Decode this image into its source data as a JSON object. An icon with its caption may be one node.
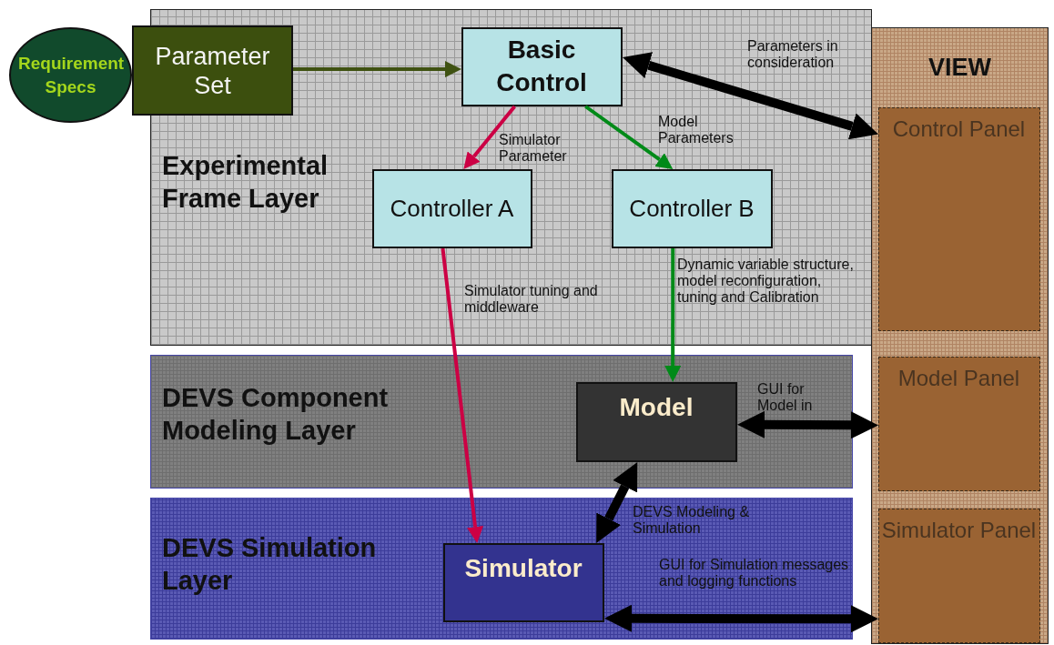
{
  "diagram": {
    "nodes": [
      {
        "text": [
          "Experimental Frame Layer"
        ]
      },
      {
        "text": [
          "DEVS Component Modeling Layer"
        ]
      },
      {
        "text": [
          "DEVS Simulation Layer"
        ]
      },
      {
        "text": [
          "VIEW"
        ]
      },
      {
        "text": [
          "Control Panel"
        ],
        "in": 3
      },
      {
        "text": [
          "Model Panel"
        ],
        "in": 3
      },
      {
        "text": [
          "Simulator Panel"
        ],
        "in": 3
      },
      {
        "text": [
          "Requirement Specs"
        ]
      },
      {
        "text": [
          "Parameter Set"
        ]
      },
      {
        "text": [
          "Basic Control"
        ],
        "in": 0
      },
      {
        "text": [
          "Controller A"
        ],
        "in": 0
      },
      {
        "text": [
          "Controller B"
        ],
        "in": 0
      },
      {
        "text": [
          "Model"
        ],
        "in": 1
      },
      {
        "text": [
          "Simulator"
        ],
        "in": 2
      }
    ],
    "edges": [
      {
        "from": 8,
        "to": 9,
        "arrow": "to",
        "color": "#3f5212"
      },
      {
        "from": 9,
        "to": 4,
        "arrow": "both",
        "label": "Parameters in consideration",
        "style": "thick"
      },
      {
        "from": 9,
        "to": 10,
        "arrow": "to",
        "label": "Simulator Parameter",
        "color": "#cc0044"
      },
      {
        "from": 9,
        "to": 11,
        "arrow": "to",
        "label": "Model Parameters",
        "color": "#008a18"
      },
      {
        "from": 10,
        "to": 13,
        "arrow": "to",
        "label": "Simulator tuning and middleware",
        "color": "#cc0044"
      },
      {
        "from": 11,
        "to": 12,
        "arrow": "to",
        "label": "Dynamic variable structure, model reconfiguration, tuning and Calibration",
        "color": "#008a18"
      },
      {
        "from": 12,
        "to": 5,
        "arrow": "both",
        "label": "GUI for Model in",
        "style": "thick"
      },
      {
        "from": 12,
        "to": 13,
        "arrow": "both",
        "label": "DEVS Modeling & Simulation",
        "style": "thick"
      },
      {
        "from": 13,
        "to": 6,
        "arrow": "both",
        "label": "GUI for Simulation messages and logging functions",
        "style": "thick"
      }
    ]
  }
}
